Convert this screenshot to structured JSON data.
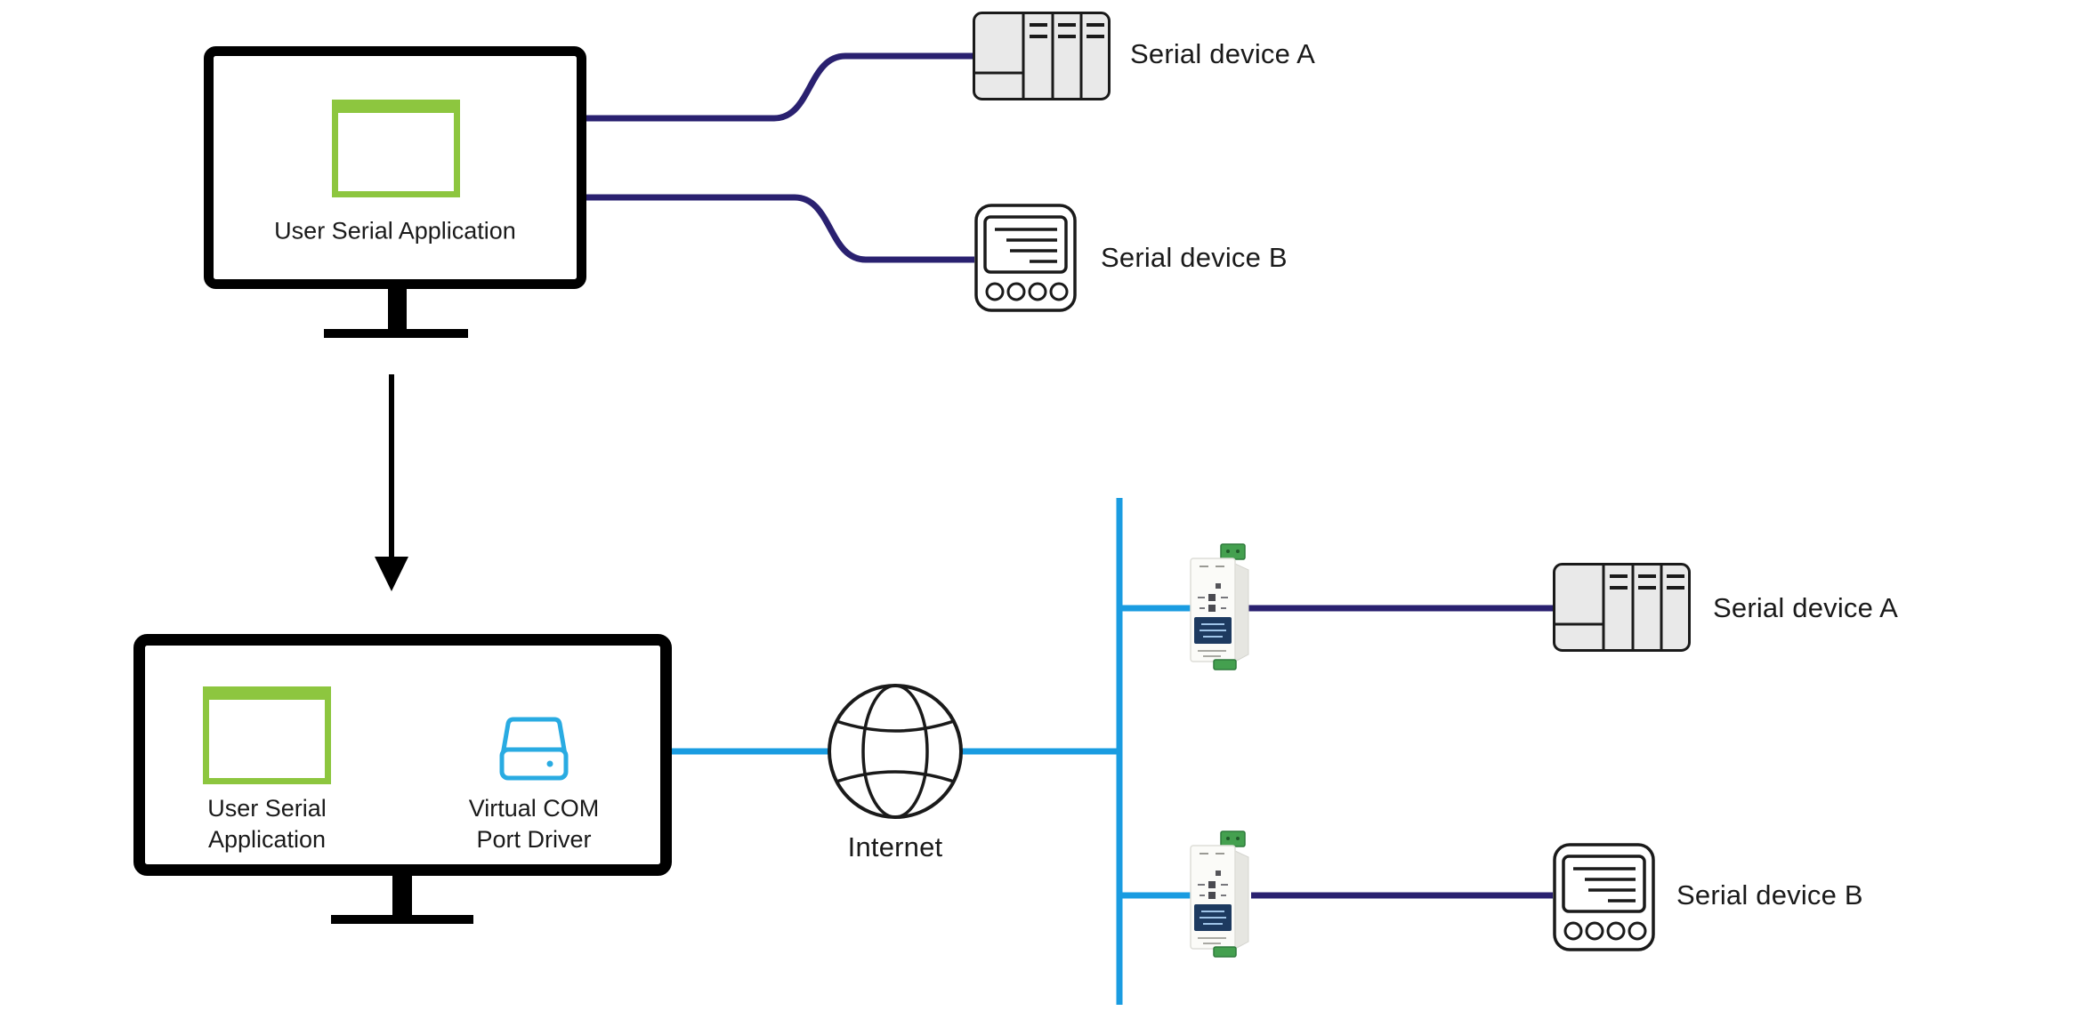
{
  "diagram": {
    "top_section": {
      "computer_label": "User Serial Application",
      "device_a_label": "Serial device A",
      "device_b_label": "Serial device B"
    },
    "bottom_section": {
      "computer_label_line1": "User Serial",
      "computer_label_line2": "Application",
      "driver_label_line1": "Virtual COM",
      "driver_label_line2": "Port Driver",
      "internet_label": "Internet",
      "device_a_label": "Serial device A",
      "device_b_label": "Serial device B"
    },
    "colors": {
      "serial_cable": "#2A2170",
      "network_cable": "#1A9CE1",
      "app_window_green": "#8DC63F",
      "driver_icon_blue": "#29ABE2",
      "device_icon_gray": "#E9E9E9",
      "text": "#1A1A1A"
    }
  }
}
